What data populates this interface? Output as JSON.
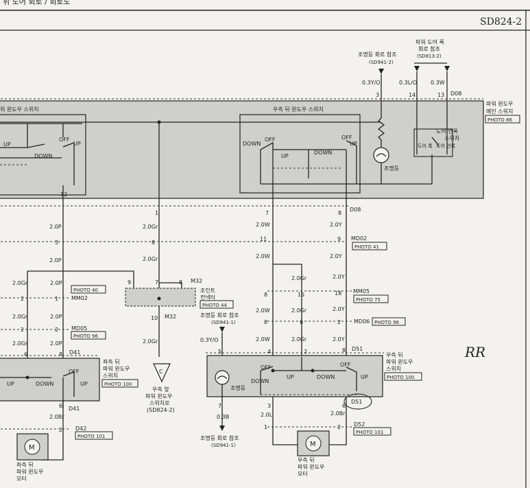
{
  "header": {
    "top_fragment": "위 도어 회로 / 회로도",
    "page_code": "SD824-2"
  },
  "refs": {
    "lamp_ref_top": "조명등 회로 참조",
    "lamp_ref_top_code": "(SD941-2)",
    "door_lock_ref": [
      "파워 도어 록",
      "회로 참조",
      "(SD813-2)"
    ],
    "lamp_ref_mid": "조명등 회로 참조",
    "lamp_ref_mid_code": "(SD941-1)",
    "lamp_ref_bot": "조명등 회로 참조",
    "lamp_ref_bot_code": "(SD941-1)",
    "right_motor_to": [
      "우측 앞",
      "파워 윈도우",
      "스위치로",
      "(SD824-2)"
    ],
    "connector_c": "C"
  },
  "main_switch": {
    "title": [
      "파워 윈도우",
      "메인 스위치"
    ],
    "photo": "PHOTO 86",
    "left_title": "위 윈도우 스위치",
    "right_title": "우측 뒤 윈도우 스위치",
    "door_lock_sw": [
      "도어 연록",
      "스위치"
    ],
    "lock": "도어 록",
    "unlock": "도어 언록",
    "lamp": "조명등",
    "conn": "D08"
  },
  "wires_top": [
    {
      "color": "0.3Y/O",
      "pin": "3"
    },
    {
      "color": "0.3L/O",
      "pin": "14"
    },
    {
      "color": "0.3W",
      "pin": "13"
    }
  ],
  "switch_labels": {
    "up": "UP",
    "down": "DOWN",
    "off": "OFF"
  },
  "pins_bottom_main": [
    "12",
    "1",
    "7",
    "8"
  ],
  "wire_colors": {
    "p": "2.0P",
    "gr": "2.0Gr",
    "w": "2.0W",
    "y": "2.0Y",
    "br": "2.0Br",
    "l": "2.0L",
    "b": "0.3B",
    "yo": "0.3Y/O"
  },
  "connectors": {
    "md02": "MD02",
    "mm02": "MM02",
    "md05": "MD05",
    "mm05": "MM05",
    "md06": "MD06",
    "d41": "D41",
    "d42": "D42",
    "d51": "D51",
    "d52": "D52",
    "m32": "M32",
    "d08": "D08"
  },
  "photos": {
    "p41": "PHOTO 41",
    "p40": "PHOTO 40",
    "p96a": "PHOTO 96",
    "p44": "PHOTO 44",
    "p75": "PHOTO 75",
    "p96b": "PHOTO 96",
    "p100a": "PHOTO 100",
    "p100b": "PHOTO 100",
    "p101a": "PHOTO 101",
    "p101b": "PHOTO 101"
  },
  "joint_connector": [
    "조인트",
    "컨넥터"
  ],
  "left_rear_switch": [
    "좌측 뒤",
    "파워 윈도우",
    "스위치"
  ],
  "right_rear_switch": [
    "우측 뒤",
    "파워 윈도우",
    "스위치"
  ],
  "left_motor": [
    "좌측 뒤",
    "파워 윈도우",
    "모터"
  ],
  "right_motor": [
    "우측 뒤",
    "파워 윈도우",
    "모터"
  ],
  "motor_symbol": "M",
  "lamp_label": "조명등",
  "handwriting": "RR"
}
